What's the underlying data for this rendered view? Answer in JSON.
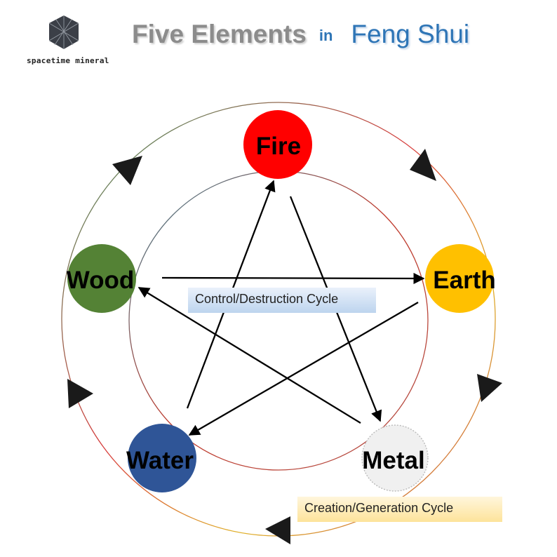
{
  "brand": {
    "name": "spacetime mineral",
    "logo_icon": "hexagon-crystal-logo-icon"
  },
  "title": {
    "part1": "Five Elements",
    "part2": "in",
    "part3": "Feng Shui"
  },
  "elements": [
    {
      "key": "fire",
      "label": "Fire",
      "color": "#ff0000"
    },
    {
      "key": "earth",
      "label": "Earth",
      "color": "#ffc000"
    },
    {
      "key": "metal",
      "label": "Metal",
      "color": "#f0f0f0"
    },
    {
      "key": "water",
      "label": "Water",
      "color": "#2f5597"
    },
    {
      "key": "wood",
      "label": "Wood",
      "color": "#548235"
    }
  ],
  "cycles": {
    "control": {
      "label": "Control/Destruction Cycle",
      "color": "#000000"
    },
    "creation": {
      "label": "Creation/Generation Cycle"
    }
  },
  "arrow_icon": "triangle-arrow-icon"
}
